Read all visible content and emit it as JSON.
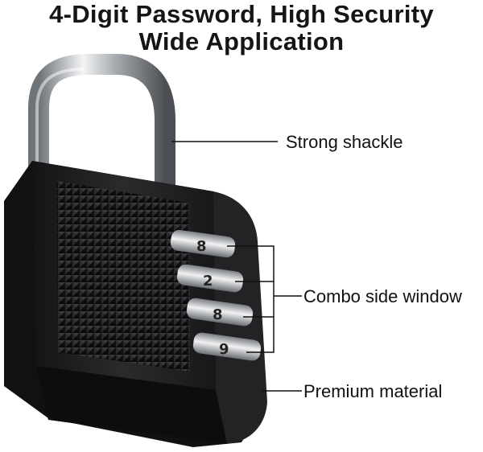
{
  "headline": {
    "line1": "4-Digit Password,   High Security",
    "line2": "Wide Application"
  },
  "callouts": {
    "shackle": "Strong  shackle",
    "combo": "Combo side window",
    "material": "Premium material"
  },
  "dials": [
    "8",
    "2",
    "8",
    "9"
  ],
  "colors": {
    "body": "#1d1d1f",
    "shackle": "#b9bcc0",
    "text": "#111111"
  }
}
